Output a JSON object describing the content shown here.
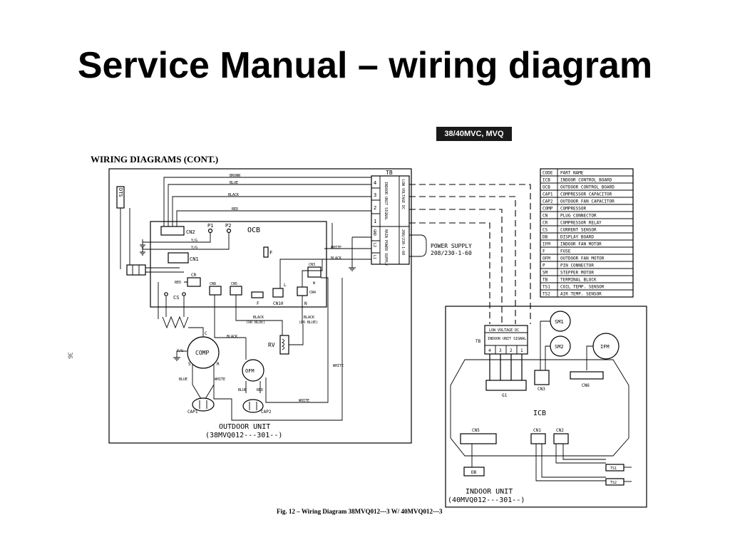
{
  "slide": {
    "title": "Service Manual – wiring diagram",
    "model_badge": "38/40MVC, MVQ",
    "section_heading": "WIRING DIAGRAMS (CONT.)",
    "page_number": "36",
    "figure_caption": "Fig. 12 – Wiring Diagram 38MVQ012---3 W/ 40MVQ012---3"
  },
  "outdoor": {
    "unit_label": "OUTDOOR UNIT",
    "unit_model": "(38MVQ012---301--)",
    "board": "OCB",
    "components": {
      "dts": "DTS",
      "cn2": "CN2",
      "cn1": "CN1",
      "p1": "P1",
      "p2": "P2",
      "f": "F",
      "cr": "CR",
      "cs": "CS",
      "cn8": "CN8",
      "cn5": "CN5",
      "fuse": "F",
      "cn10": "CN10",
      "l": "L",
      "n": "N",
      "cn4": "CN4",
      "cn3": "CN3",
      "w": "W",
      "rv": "RV",
      "comp": "COMP",
      "c": "C",
      "s": "S",
      "r": "R",
      "ofm": "OFM",
      "cap1": "CAP1",
      "cap2": "CAP2",
      "yg": "Y/G"
    },
    "wire_labels": {
      "brown": "BROWN",
      "blue": "BLUE",
      "black": "BLACK",
      "red": "RED",
      "white": "WHITE",
      "yg": "Y/G",
      "black_or_blue": "BLACK",
      "or_blue": "(OR BLUE)"
    }
  },
  "terminal_block": {
    "label": "TB",
    "pins_signal": [
      "4",
      "3",
      "2",
      "1"
    ],
    "pins_power": [
      "GND",
      "L2",
      "L1"
    ],
    "signal_label": "INDOOR UNIT SIGNAL",
    "low_voltage": "LOW VOLTAGE DC",
    "power_label": "MAIN POWER SUPPLY",
    "power_rating": "208/230-1-60",
    "power_supply_text": "POWER SUPPLY",
    "power_supply_rating": "208/230-1-60"
  },
  "legend": {
    "headers": [
      "CODE",
      "PART NAME"
    ],
    "rows": [
      [
        "ICB",
        "INDOOR CONTROL BOARD"
      ],
      [
        "OCB",
        "OUTDOOR CONTROL BOARD"
      ],
      [
        "CAP1",
        "COMPRESSOR CAPACITOR"
      ],
      [
        "CAP2",
        "OUTDOOR FAN CAPACITOR"
      ],
      [
        "COMP",
        "COMPRESSOR"
      ],
      [
        "CN",
        "PLUG CONNECTOR"
      ],
      [
        "CR",
        "COMPRESSOR RELAY"
      ],
      [
        "CS",
        "CURRENT SENSOR"
      ],
      [
        "DB",
        "DISPLAY BOARD"
      ],
      [
        "IFM",
        "INDOOR FAN MOTOR"
      ],
      [
        "F",
        "FUSE"
      ],
      [
        "OFM",
        "OUTDOOR FAN MOTOR"
      ],
      [
        "P",
        "PIN CONNECTOR"
      ],
      [
        "SM",
        "STEPPER MOTOR"
      ],
      [
        "TB",
        "TERMINAL BLOCK"
      ],
      [
        "TS1",
        "COIL TEMP. SENSOR"
      ],
      [
        "TS2",
        "AIR TEMP. SENSOR"
      ]
    ]
  },
  "indoor": {
    "unit_label": "INDOOR UNIT",
    "unit_model": "(40MVQ012---301--)",
    "board": "ICB",
    "tb": "TB",
    "tb_low_voltage": "LOW VOLTAGE DC",
    "tb_signal": "INDOOR UNIT SIGNAL",
    "tb_pins": [
      "4",
      "3",
      "2",
      "1"
    ],
    "components": {
      "g1": "G1",
      "sm1": "SM1",
      "sm2": "SM2",
      "ifm": "IFM",
      "cn3": "CN3",
      "cn6": "CN6",
      "cn5": "CN5",
      "cn1": "CN1",
      "cn2": "CN2",
      "db": "DB",
      "ts1": "TS1",
      "ts2": "TS2"
    }
  }
}
